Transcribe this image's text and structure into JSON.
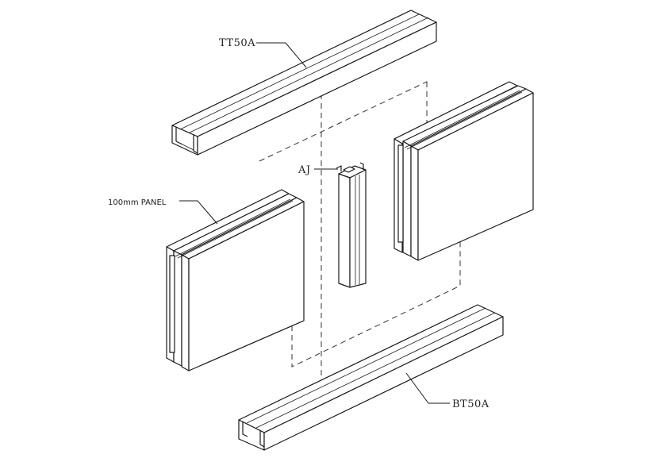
{
  "labels": {
    "top_track": "TT50A",
    "joint": "AJ",
    "panel": "100mm PANEL",
    "bottom_track": "BT50A"
  }
}
